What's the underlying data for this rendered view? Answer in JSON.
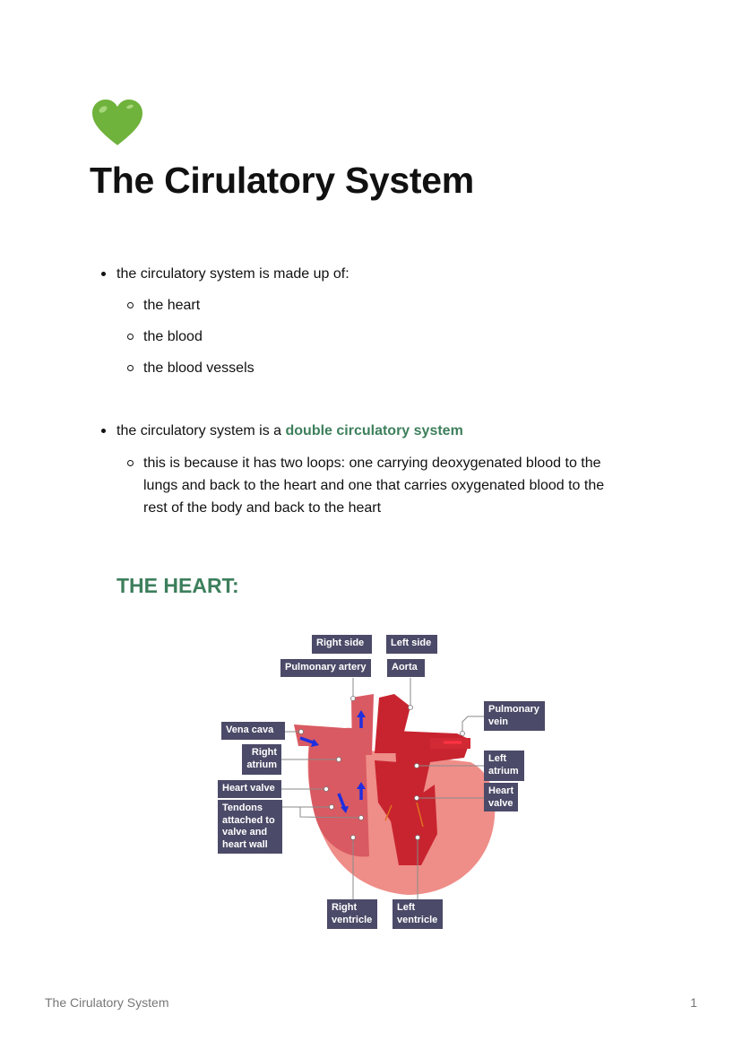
{
  "title": "The Cirulatory System",
  "bullets": [
    {
      "text": "the circulatory system is made up of:",
      "sub": [
        "the heart",
        "the blood",
        "the blood vessels"
      ]
    },
    {
      "text_prefix": "the circulatory system is a ",
      "highlight": "double circulatory system",
      "sub": [
        "this is because it has two loops: one carrying deoxygenated blood to the",
        "lungs and back to the heart and one that carries oxygenated blood to the",
        "rest of the body and back to the heart"
      ]
    }
  ],
  "section_heading": "THE HEART:",
  "diagram_labels": {
    "right_side": "Right side",
    "left_side": "Left side",
    "pulmonary_artery": "Pulmonary artery",
    "aorta": "Aorta",
    "pulmonary_vein": "Pulmonary vein",
    "vena_cava": "Vena cava",
    "right_atrium": "Right atrium",
    "left_atrium": "Left atrium",
    "heart_valve_left": "Heart valve",
    "heart_valve_right": "Heart valve",
    "tendons": "Tendons attached to valve and heart wall",
    "right_ventricle": "Right ventricle",
    "left_ventricle": "Left ventricle"
  },
  "footer": {
    "title": "The Cirulatory System",
    "page": "1"
  },
  "colors": {
    "accent": "#3d7f5c",
    "label_bg": "#4b4a68"
  }
}
